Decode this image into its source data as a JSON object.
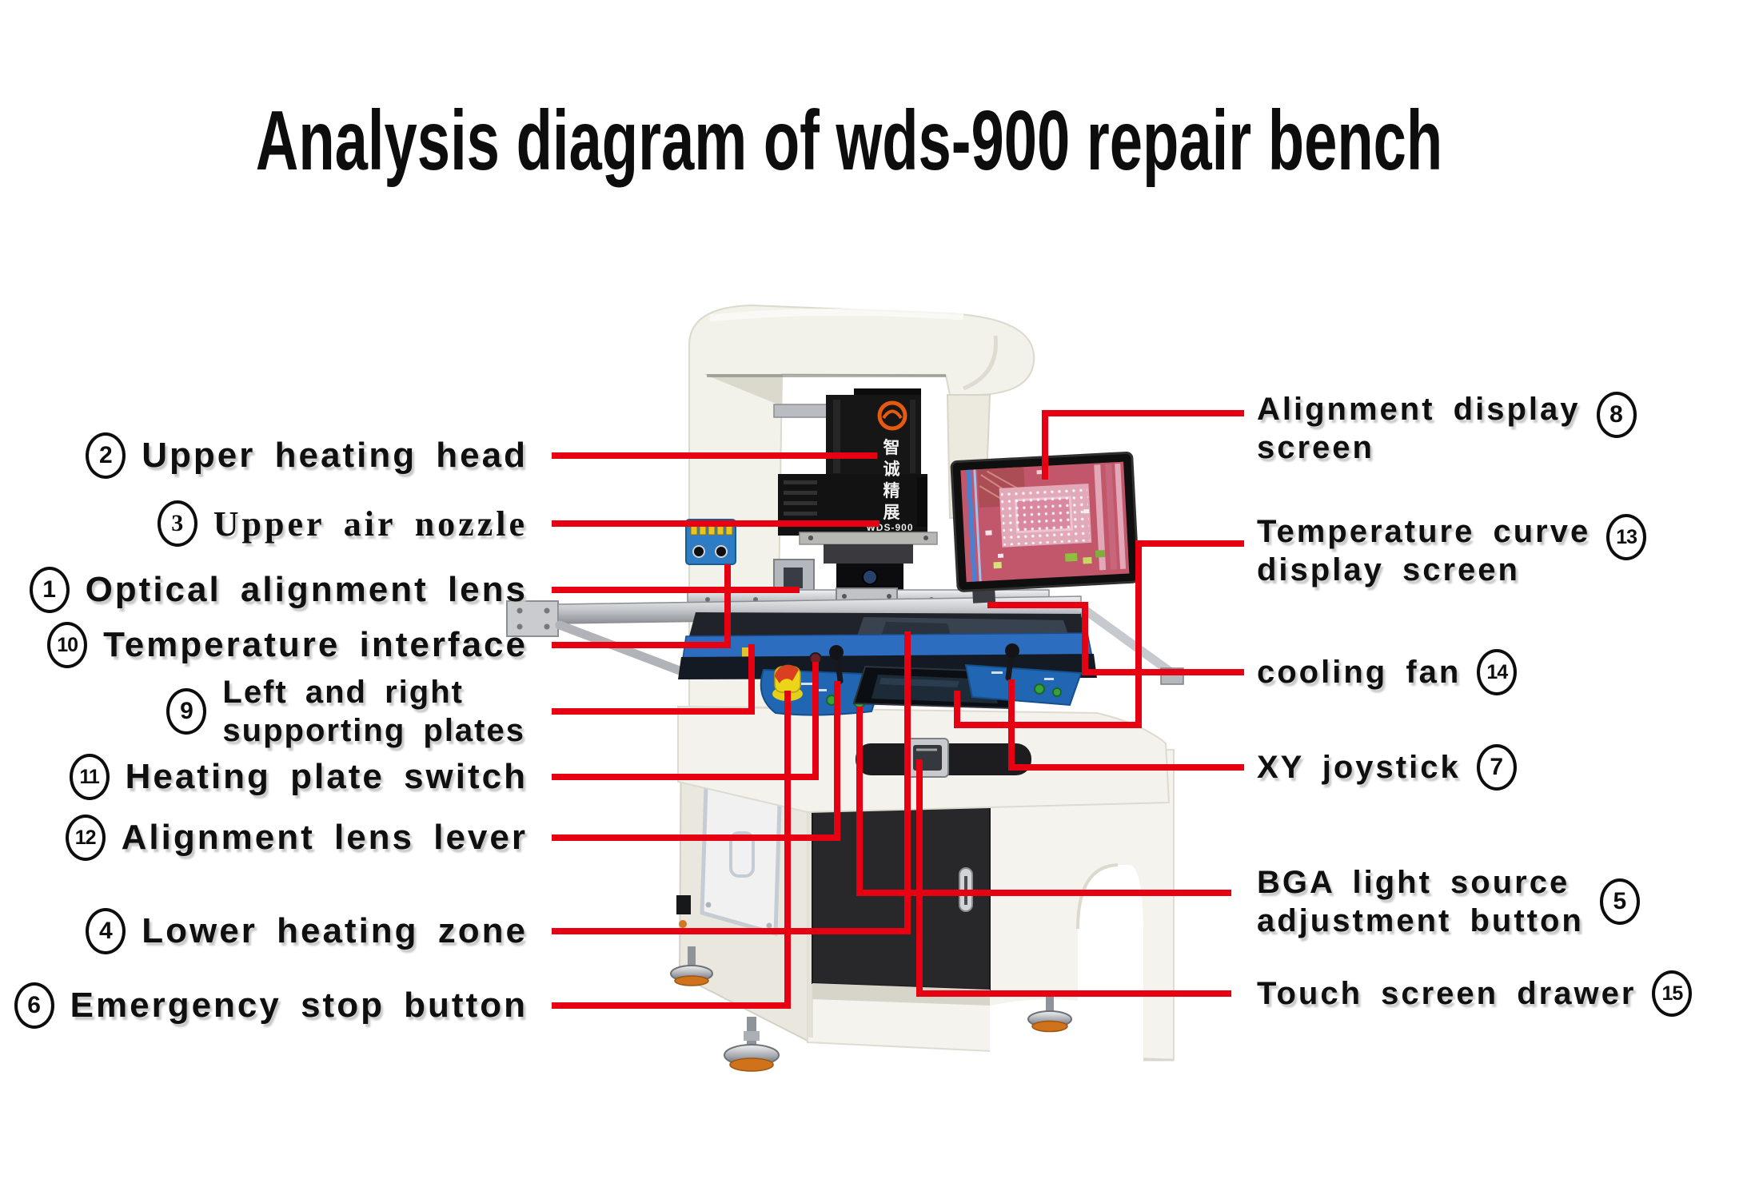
{
  "title": "Analysis diagram of wds-900 repair bench",
  "machine": {
    "brand_chars": [
      "智",
      "诚",
      "精",
      "展"
    ],
    "model": "WDS-900"
  },
  "labels_left": [
    {
      "num": "2",
      "lines": [
        "Upper heating head"
      ]
    },
    {
      "num": "3",
      "lines": [
        "Upper air nozzle"
      ]
    },
    {
      "num": "1",
      "lines": [
        "Optical alignment lens"
      ]
    },
    {
      "num": "10",
      "lines": [
        "Temperature interface"
      ]
    },
    {
      "num": "9",
      "lines": [
        "Left and right",
        "supporting plates"
      ]
    },
    {
      "num": "11",
      "lines": [
        "Heating plate switch"
      ]
    },
    {
      "num": "12",
      "lines": [
        "Alignment lens lever"
      ]
    },
    {
      "num": "4",
      "lines": [
        "Lower heating zone"
      ]
    },
    {
      "num": "6",
      "lines": [
        "Emergency stop button"
      ]
    }
  ],
  "labels_right": [
    {
      "num": "8",
      "lines": [
        "Alignment display",
        "screen"
      ]
    },
    {
      "num": "13",
      "lines": [
        "Temperature curve",
        "display screen"
      ]
    },
    {
      "num": "14",
      "lines": [
        "cooling fan"
      ]
    },
    {
      "num": "7",
      "lines": [
        "XY joystick"
      ]
    },
    {
      "num": "5",
      "lines": [
        "BGA light source",
        "adjustment button"
      ]
    },
    {
      "num": "15",
      "lines": [
        "Touch screen drawer"
      ]
    }
  ],
  "colors": {
    "leader_line": "#e60012",
    "body_white": "#f2f1ea",
    "head_black": "#151515",
    "panel_blue": "#2166b2",
    "rail_blue": "#2c6dc0",
    "estop_yellow": "#ecd419",
    "logo_orange": "#e55a10",
    "foot_pad_orange": "#cf721b"
  }
}
